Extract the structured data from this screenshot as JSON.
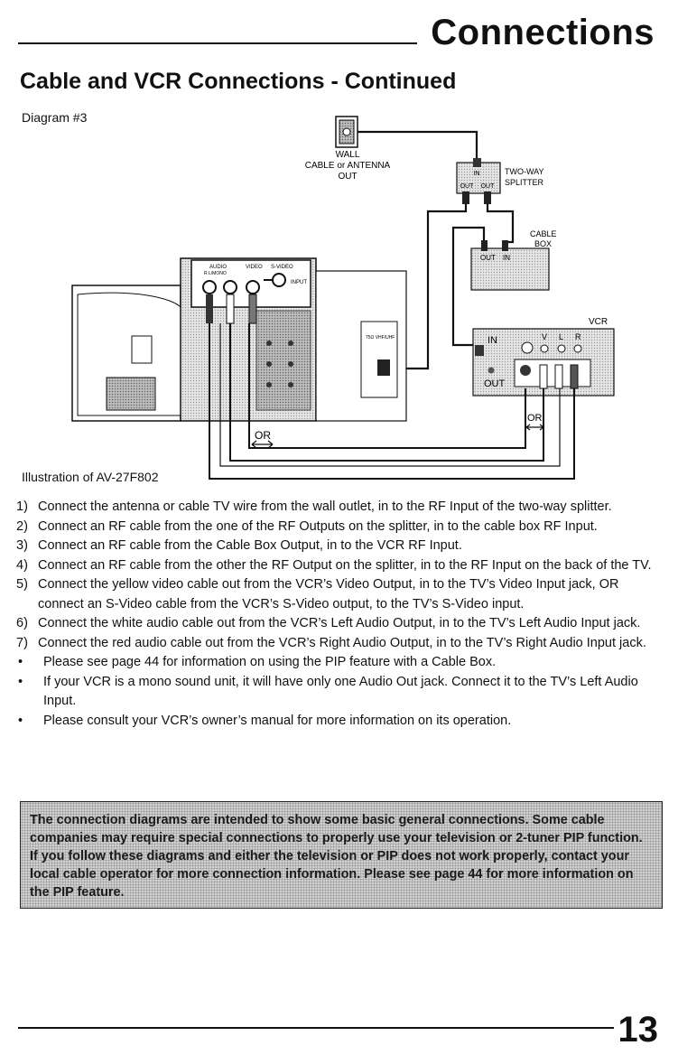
{
  "header": {
    "title": "Connections"
  },
  "subtitle": "Cable and VCR Connections - Continued",
  "diagram": {
    "label": "Diagram #3",
    "illustration_label": "Illustration of AV-27F802",
    "wall_label_1": "WALL",
    "wall_label_2": "CABLE or ANTENNA",
    "wall_label_3": "OUT",
    "splitter_in": "IN",
    "splitter_out1": "OUT",
    "splitter_out2": "OUT",
    "splitter_label_1": "TWO-WAY",
    "splitter_label_2": "SPLITTER",
    "cable_box_label_1": "CABLE",
    "cable_box_label_2": "BOX",
    "cable_box_out": "OUT",
    "cable_box_in": "IN",
    "vcr_label": "VCR",
    "vcr_in": "IN",
    "vcr_out": "OUT",
    "vcr_v": "V",
    "vcr_l": "L",
    "vcr_r": "R",
    "tv_audio": "AUDIO",
    "tv_audio_sub": "R    L/MONO",
    "tv_video": "VIDEO",
    "tv_svideo": "S-VIDEO",
    "tv_input": "INPUT",
    "tv_rf": "75Ω VHF/UHF",
    "or_1": "OR",
    "or_2": "OR"
  },
  "steps": [
    {
      "num": "1)",
      "text": "Connect the antenna or cable TV wire from the wall outlet, in to the RF Input of the two-way splitter."
    },
    {
      "num": "2)",
      "text": "Connect an RF cable from the one of the RF Outputs on the splitter, in to the cable box RF Input."
    },
    {
      "num": "3)",
      "text": "Connect an RF cable from the Cable Box Output, in to the VCR RF Input."
    },
    {
      "num": "4)",
      "text": "Connect an RF cable from the other the RF Output on the splitter, in to the RF Input on the back of the TV."
    },
    {
      "num": "5)",
      "text": "Connect the yellow video cable out from the VCR’s Video Output, in to the TV’s Video Input jack, OR connect an S-Video cable from the VCR’s S-Video output, to the TV’s S-Video input."
    },
    {
      "num": "6)",
      "text": "Connect the white audio cable out from the VCR’s Left Audio Output, in to the TV’s Left Audio Input jack."
    },
    {
      "num": "7)",
      "text": "Connect the red audio cable out from the VCR’s Right Audio Output, in to the TV’s Right Audio Input jack."
    }
  ],
  "bullets": [
    {
      "mark": "•",
      "text": "Please see page 44 for information on using the PIP feature with a Cable Box."
    },
    {
      "mark": "•",
      "text": "If your VCR is a mono sound unit, it will have only one Audio Out jack. Connect it to the TV’s Left Audio Input."
    },
    {
      "mark": "•",
      "text": "Please consult your VCR’s owner’s manual for more information on its operation."
    }
  ],
  "note": "The connection diagrams are intended to show some basic general connections. Some cable companies may require special connections to properly use your television or 2-tuner PIP function. If you follow these diagrams and either the television or PIP does not work properly, contact your local cable operator for more connection information. Please see page 44 for more information on the PIP feature.",
  "page_number": "13"
}
